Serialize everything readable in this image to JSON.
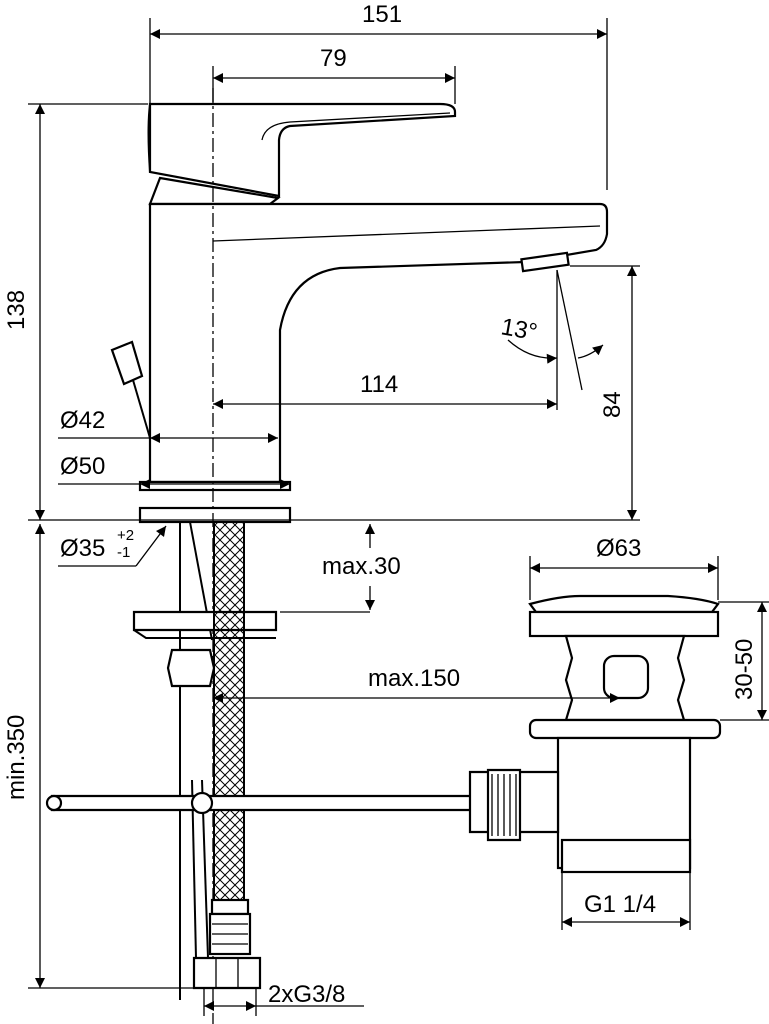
{
  "dimensions": {
    "overall_width": "151",
    "handle_length": "79",
    "overall_height": "138",
    "spout_reach": "114",
    "spout_height": "84",
    "spray_angle": "13°",
    "base_diameter_small": "Ø42",
    "base_diameter_large": "Ø50",
    "hole_diameter": "Ø35",
    "hole_tolerance_upper": "+2",
    "hole_tolerance_lower": "-1",
    "max_deck_thickness": "max.30",
    "min_hose_length": "min.350",
    "max_pop_up_length": "max.150",
    "waste_diameter": "Ø63",
    "waste_height_range": "30-50",
    "waste_thread": "G1 1/4",
    "hose_connections": "2xG3/8"
  }
}
